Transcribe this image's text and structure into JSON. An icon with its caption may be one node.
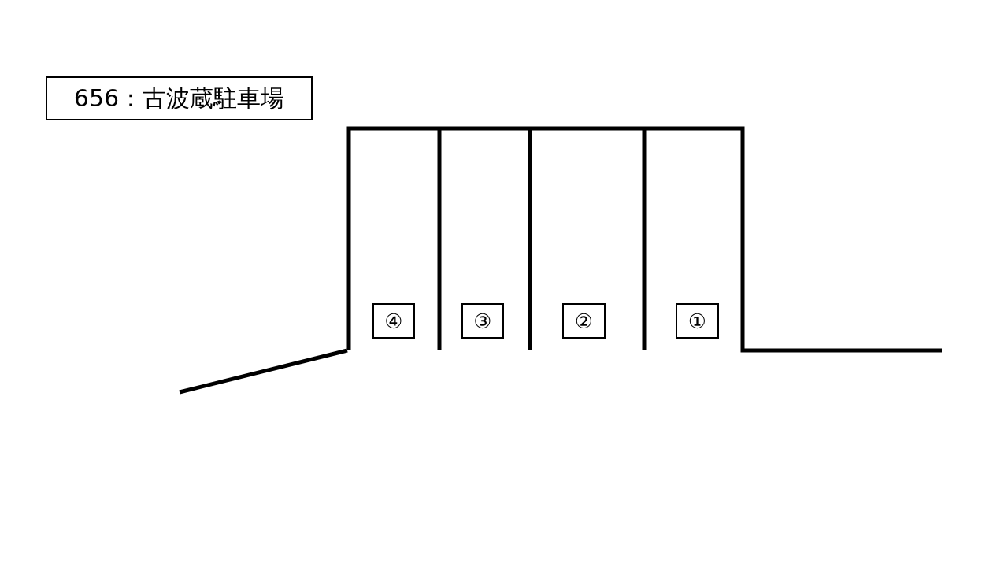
{
  "diagram": {
    "nodes": [
      {
        "text": [
          "656：古波蔵駐車場"
        ]
      },
      {
        "text": [
          "④"
        ]
      },
      {
        "text": [
          "③"
        ]
      },
      {
        "text": [
          "②"
        ]
      },
      {
        "text": [
          "①"
        ]
      }
    ]
  }
}
